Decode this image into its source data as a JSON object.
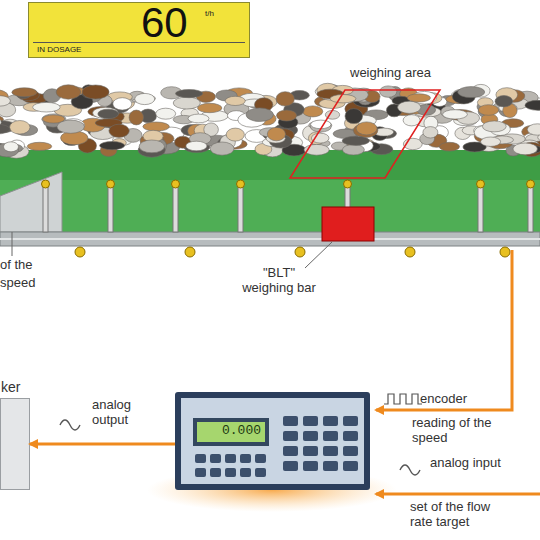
{
  "diagram": {
    "nodes": [
      {
        "text": [
          "60",
          "t/h",
          "IN DOSAGE"
        ]
      },
      {
        "text": [
          "ker"
        ]
      },
      {
        "text": [
          "0.000"
        ]
      }
    ],
    "edges": [
      {
        "from": 2,
        "to": 1,
        "arrow": "to",
        "label": "analog output"
      }
    ],
    "labels": [
      "weighing area",
      "\"BLT\" weighing bar",
      "of the",
      "speed",
      "encoder",
      "reading of the speed",
      "analog input",
      "set of the flow rate target"
    ]
  }
}
